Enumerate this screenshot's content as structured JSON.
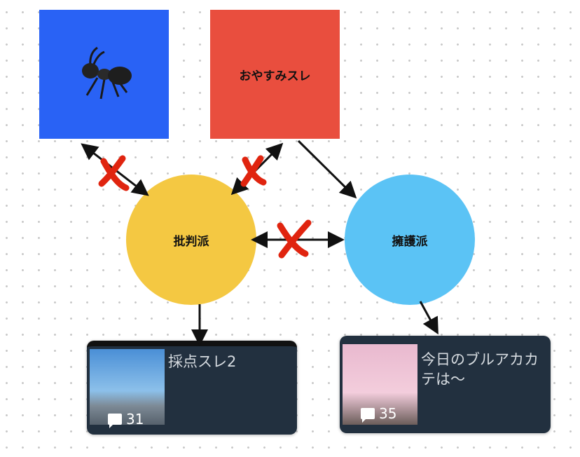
{
  "nodes": {
    "ant": {
      "icon": "ant-icon",
      "color": "#2962f5"
    },
    "oyasumi": {
      "label": "おやすみスレ",
      "color": "#e94e3e"
    },
    "critics": {
      "label": "批判派",
      "color": "#f4c842"
    },
    "defenders": {
      "label": "擁護派",
      "color": "#5bc3f5"
    }
  },
  "cards": [
    {
      "title": "採点スレ2",
      "comments": "31"
    },
    {
      "title": "今日のブルアカカテは〜",
      "comments": "35"
    }
  ],
  "colors": {
    "arrow": "#111111",
    "cross": "#e0240f"
  }
}
